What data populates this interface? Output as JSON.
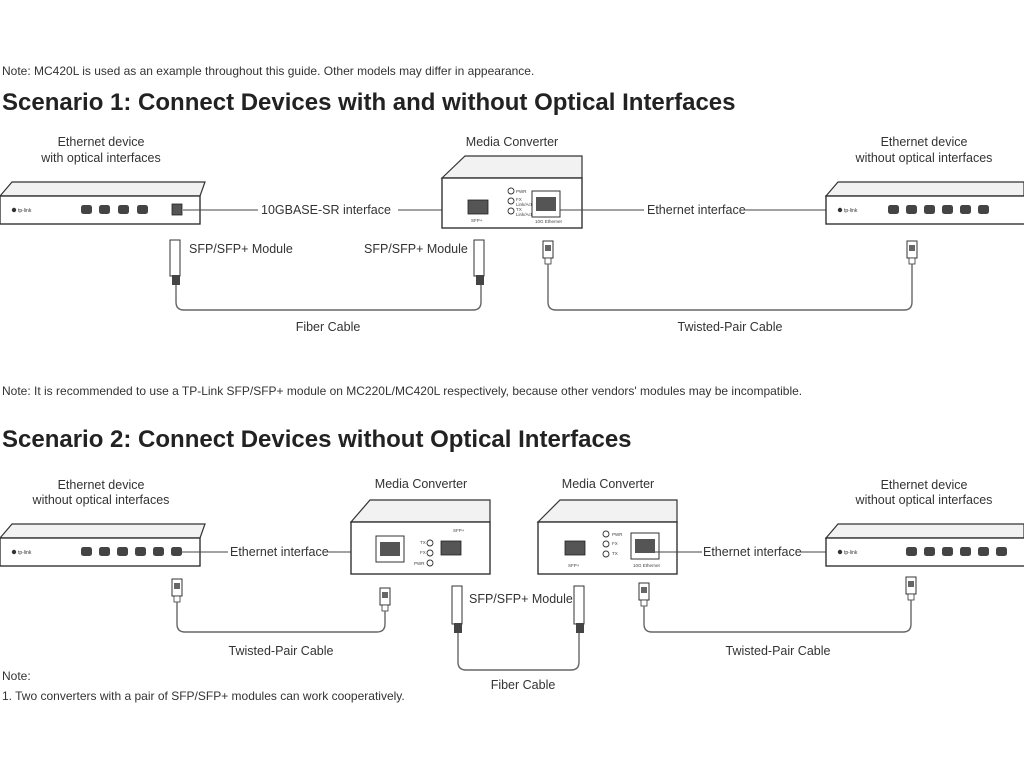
{
  "note_top": "Note:  MC420L is used as an example throughout this guide. Other models may differ in appearance.",
  "scenario1": {
    "title": "Scenario 1: Connect Devices with and without Optical Interfaces",
    "left_device_line1": "Ethernet device",
    "left_device_line2": "with optical interfaces",
    "converter_label": "Media Converter",
    "right_device_line1": "Ethernet device",
    "right_device_line2": "without optical interfaces",
    "fiber_interface": "10GBASE-SR interface",
    "ethernet_interface": "Ethernet interface",
    "sfp_left": "SFP/SFP+ Module",
    "sfp_right": "SFP/SFP+ Module",
    "fiber_cable": "Fiber Cable",
    "twisted_cable": "Twisted-Pair Cable"
  },
  "note_middle": "Note: It is recommended to use a TP-Link SFP/SFP+ module on MC220L/MC420L respectively, because other vendors' modules may be incompatible.",
  "scenario2": {
    "title": "Scenario 2: Connect Devices without Optical Interfaces",
    "left_device_line1": "Ethernet device",
    "left_device_line2": "without optical interfaces",
    "converter_left_label": "Media Converter",
    "converter_right_label": "Media Converter",
    "right_device_line1": "Ethernet device",
    "right_device_line2": "without optical interfaces",
    "ethernet_interface_left": "Ethernet interface",
    "ethernet_interface_right": "Ethernet interface",
    "sfp_module": "SFP/SFP+ Module",
    "twisted_cable_left": "Twisted-Pair Cable",
    "twisted_cable_right": "Twisted-Pair Cable",
    "fiber_cable": "Fiber Cable"
  },
  "note_bottom_title": "Note:",
  "note_bottom_item": "1. Two converters with a pair of SFP/SFP+ modules can work cooperatively.",
  "device_text": {
    "logo": "tp-link",
    "pwr": "PWR",
    "fx": "FX",
    "tx": "TX",
    "link_act": "Link/Act",
    "sfp_port": "SFP+",
    "eth_port": "10G Ethernet"
  },
  "colors": {
    "text": "#333333",
    "heading": "#222222",
    "line": "#444444",
    "port": "#444444"
  }
}
